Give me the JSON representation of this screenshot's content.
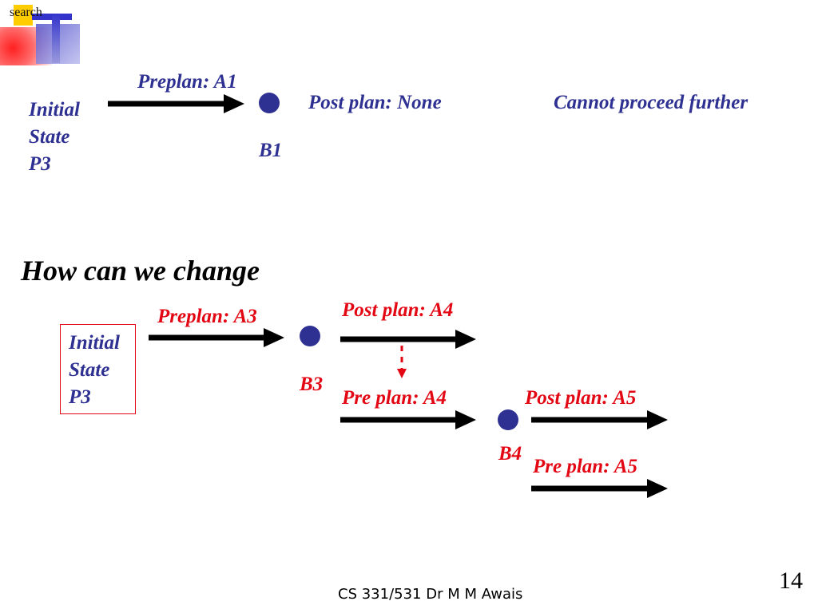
{
  "logo": {
    "text": "search"
  },
  "top": {
    "initial_state": [
      "Initial",
      "State",
      "P3"
    ],
    "preplan": "Preplan: A1",
    "node": "B1",
    "postplan": "Post plan: None",
    "message": "Cannot proceed further"
  },
  "heading": "How can we change",
  "bottom": {
    "initial_state": [
      "Initial",
      "State",
      "P3"
    ],
    "preplan_a3": "Preplan: A3",
    "node_b3": "B3",
    "postplan_a4": "Post plan: A4",
    "preplan_a4": "Pre plan: A4",
    "node_b4": "B4",
    "postplan_a5": "Post plan: A5",
    "preplan_a5": "Pre plan: A5"
  },
  "footer": "CS 331/531 Dr M M Awais",
  "page_number": "14",
  "colors": {
    "blue": "#2E3192",
    "red": "#E30613",
    "node": "#2E3192"
  }
}
